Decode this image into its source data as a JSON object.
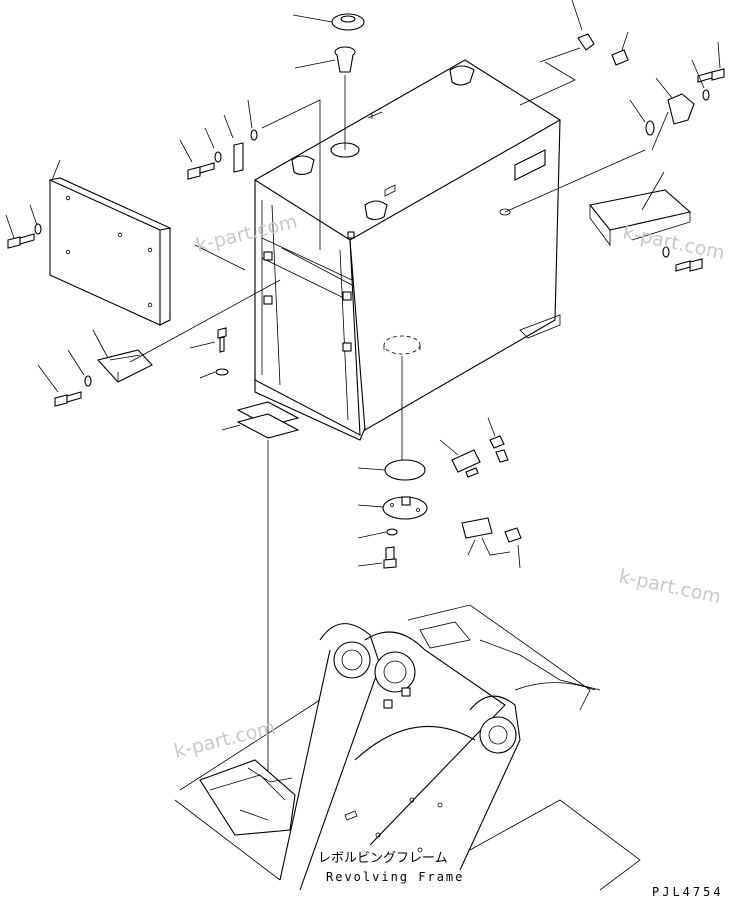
{
  "drawing": {
    "caption_jp": "レボルビングフレーム",
    "caption_en": "Revolving Frame",
    "drawing_code": "PJL4754",
    "watermarks": [
      "k-part.com",
      "k-part.com",
      "k-part.com",
      "k-part.com"
    ]
  }
}
